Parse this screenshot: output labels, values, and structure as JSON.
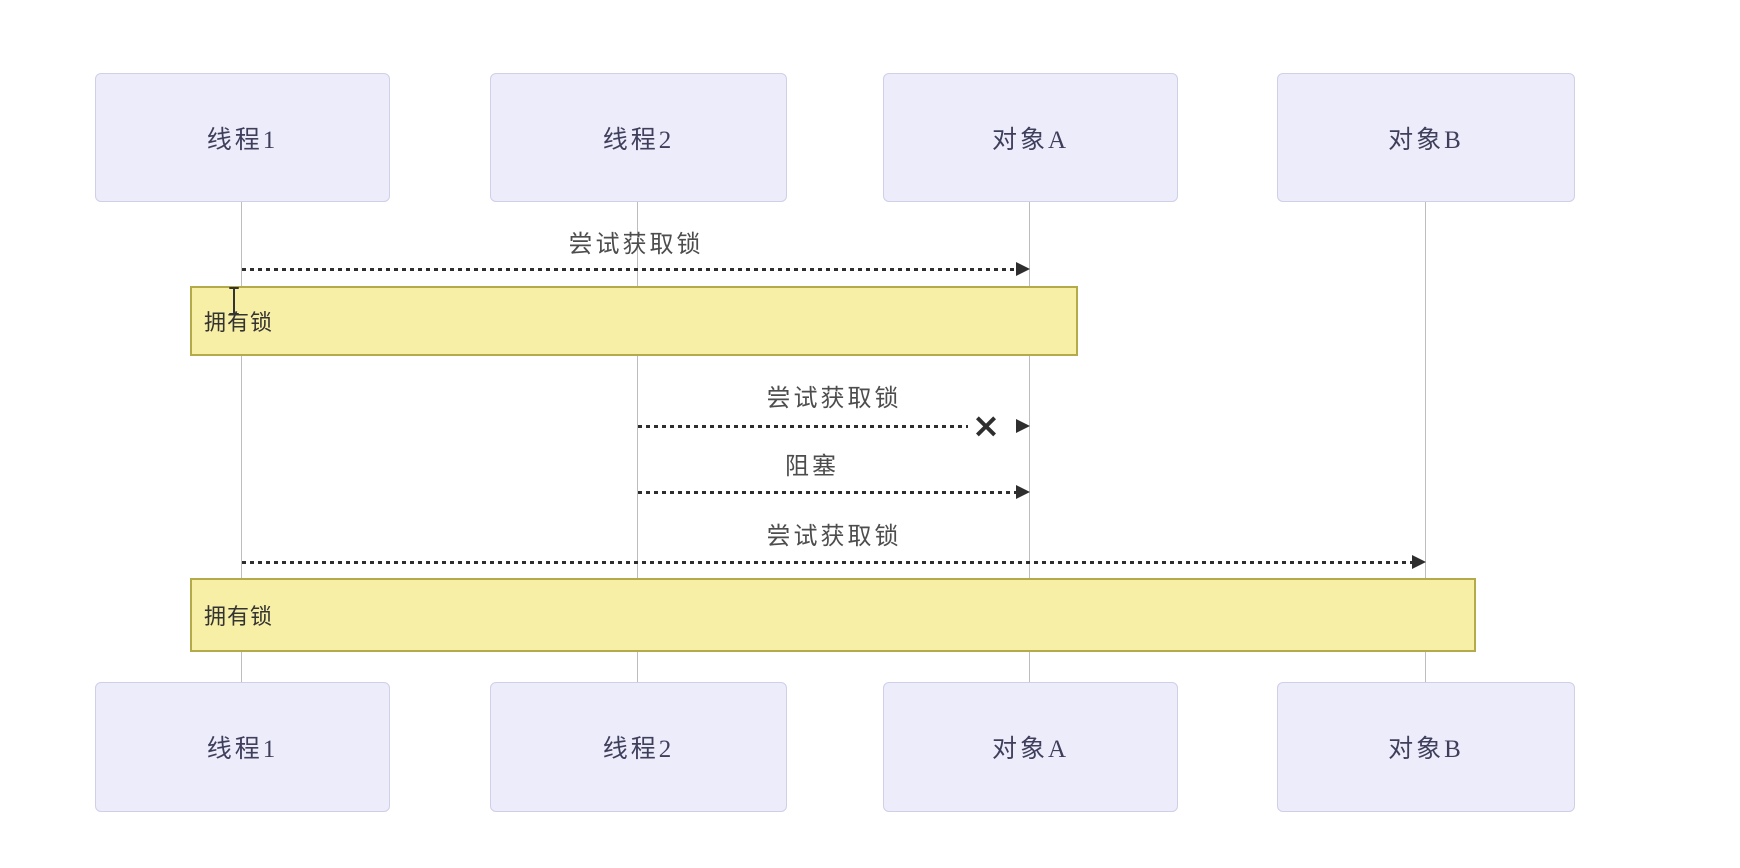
{
  "diagram": {
    "type": "sequence-diagram",
    "participants": [
      {
        "label": "线程1"
      },
      {
        "label": "线程2"
      },
      {
        "label": "对象A"
      },
      {
        "label": "对象B"
      }
    ],
    "messages": [
      {
        "label": "尝试获取锁",
        "from": "线程1",
        "to": "对象A",
        "line": "dotted",
        "terminator": "arrowhead"
      },
      {
        "label": "尝试获取锁",
        "from": "线程2",
        "to": "对象A",
        "line": "dotted",
        "terminator": "cross-arrowhead"
      },
      {
        "label": "阻塞",
        "from": "线程2",
        "to": "对象A",
        "line": "dotted",
        "terminator": "arrowhead"
      },
      {
        "label": "尝试获取锁",
        "from": "线程1",
        "to": "对象B",
        "line": "dotted",
        "terminator": "arrowhead"
      }
    ],
    "notes": [
      {
        "label": "拥有锁",
        "over": "线程1, 对象A"
      },
      {
        "label": "拥有锁",
        "over": "线程1, 对象B"
      }
    ]
  },
  "icons": {
    "cross": "×",
    "text_cursor": "I-beam"
  },
  "colors": {
    "page_bg": "#FFFFFF",
    "actor_fill": "#ECECFB",
    "actor_border": "#CFCFE8",
    "actor_text": "#3F3F5C",
    "note_fill": "#F7EFA5",
    "note_border": "#B5AA4A",
    "line": "#2E2E2E",
    "msg_text": "#4D4D4D",
    "lifeline": "#BDBDBD"
  }
}
